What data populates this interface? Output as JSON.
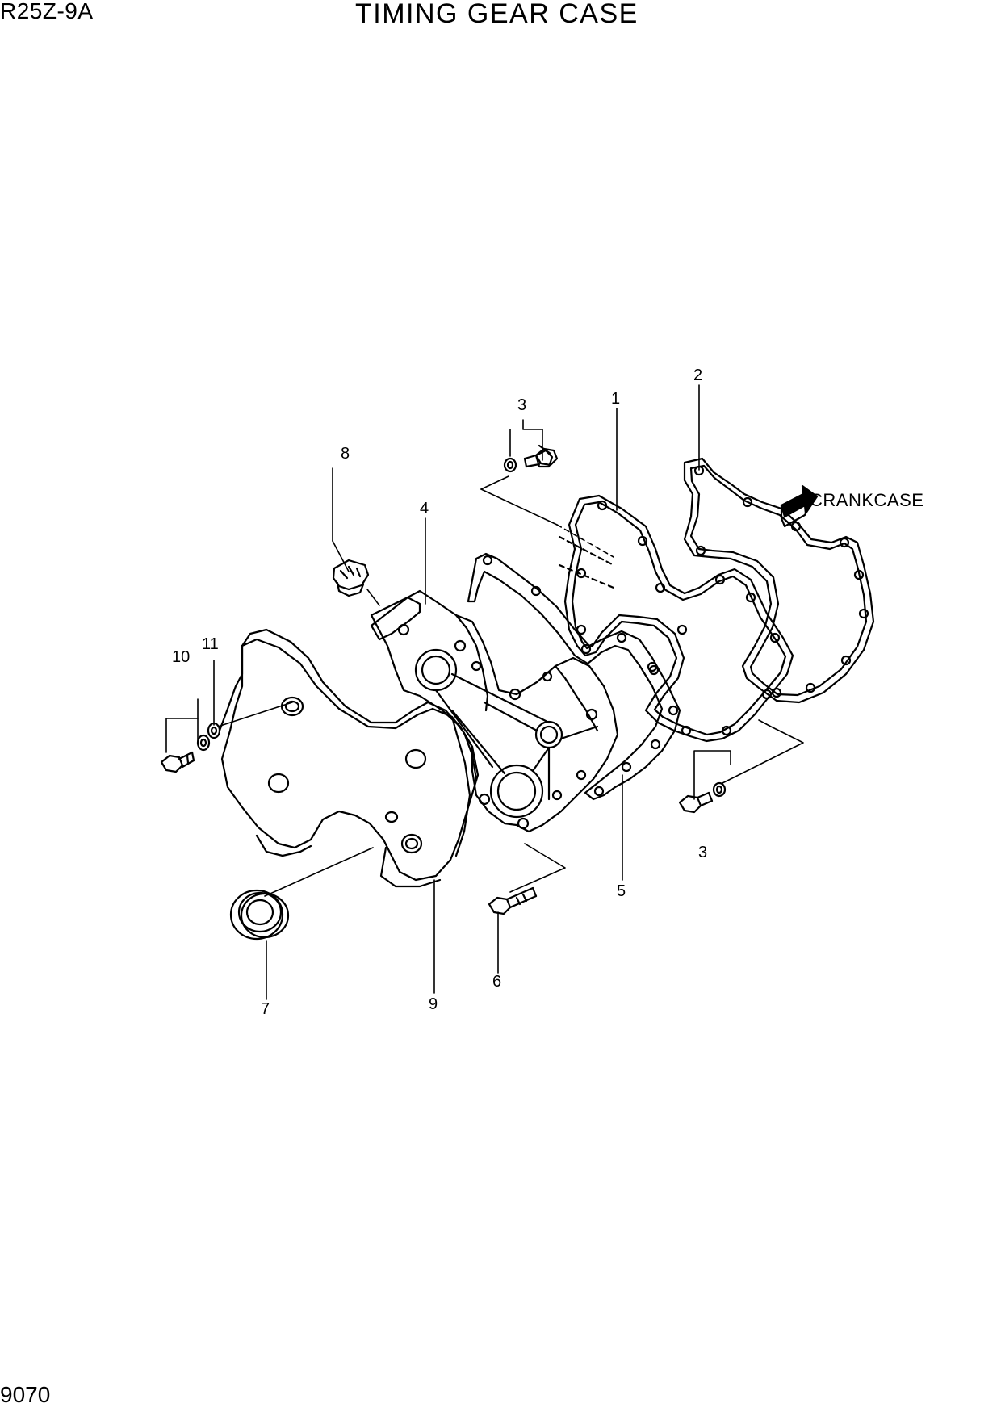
{
  "header": {
    "model": "R25Z-9A",
    "title": "TIMING GEAR CASE"
  },
  "footer": {
    "page_number": "9070"
  },
  "diagram": {
    "callouts": {
      "c1": "1",
      "c2": "2",
      "c3a": "3",
      "c3b": "3",
      "c4": "4",
      "c5": "5",
      "c6": "6",
      "c7": "7",
      "c8": "8",
      "c9": "9",
      "c10": "10",
      "c11": "11"
    },
    "annotation": "CRANKCASE"
  }
}
